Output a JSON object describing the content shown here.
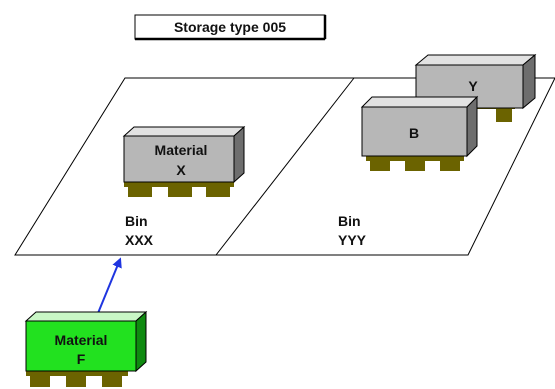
{
  "title": "Storage type 005",
  "bins": [
    {
      "label_line1": "Bin",
      "label_line2": "XXX"
    },
    {
      "label_line1": "Bin",
      "label_line2": "YYY"
    }
  ],
  "boxes": {
    "material_x": {
      "line1": "Material",
      "line2": "X",
      "color": "#b7b7b7"
    },
    "box_b": {
      "line1": "B",
      "color": "#b7b7b7"
    },
    "box_y": {
      "line1": "Y",
      "color": "#b7b7b7"
    },
    "material_f": {
      "line1": "Material",
      "line2": "F",
      "color": "#22e11f"
    }
  },
  "colors": {
    "arrow": "#1f35e0",
    "pallet": "#6b6300",
    "box_outline": "#000000"
  }
}
